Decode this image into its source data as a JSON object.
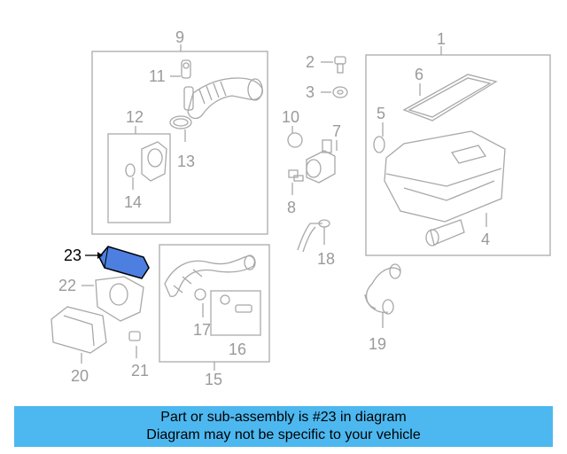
{
  "labels": {
    "p1": "1",
    "p2": "2",
    "p3": "3",
    "p4": "4",
    "p5": "5",
    "p6": "6",
    "p7": "7",
    "p8": "8",
    "p9": "9",
    "p10": "10",
    "p11": "11",
    "p12": "12",
    "p13": "13",
    "p14": "14",
    "p15": "15",
    "p16": "16",
    "p17": "17",
    "p18": "18",
    "p19": "19",
    "p20": "20",
    "p21": "21",
    "p22": "22",
    "p23": "23"
  },
  "highlighted_part": "23",
  "banner": {
    "line1": "Part or sub-assembly is #23 in diagram",
    "line2": "Diagram may not be specific to your vehicle"
  },
  "colors": {
    "highlight": "#4d7fe0",
    "banner": "#4db8f0",
    "line_art": "#a8a8a8"
  }
}
